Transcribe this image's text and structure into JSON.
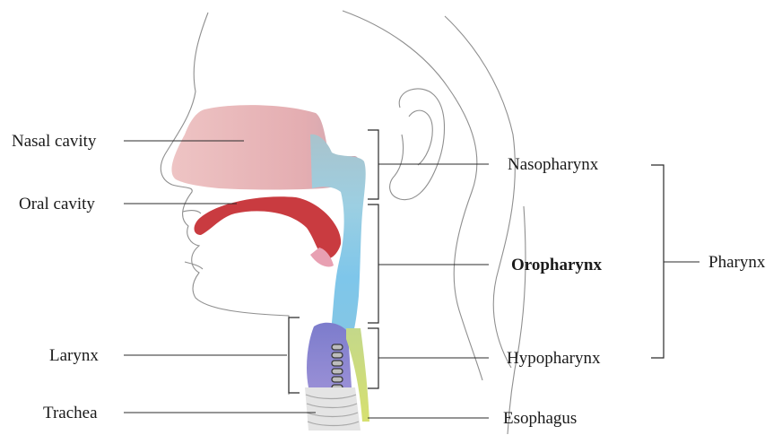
{
  "labels": {
    "nasal_cavity": "Nasal cavity",
    "oral_cavity": "Oral cavity",
    "larynx": "Larynx",
    "trachea": "Trachea",
    "nasopharynx": "Nasopharynx",
    "oropharynx": "Oropharynx",
    "hypopharynx": "Hypopharynx",
    "esophagus": "Esophagus",
    "pharynx": "Pharynx"
  },
  "colors": {
    "nasal": "#eab7b9",
    "oral": "#c8383d",
    "nasopharynx": "#a6c6cf",
    "oropharynx": "#86c8e6",
    "larynx": "#8a86d0",
    "hypopharynx": "#cbdc7a",
    "highlight_text": "#b9312f"
  }
}
